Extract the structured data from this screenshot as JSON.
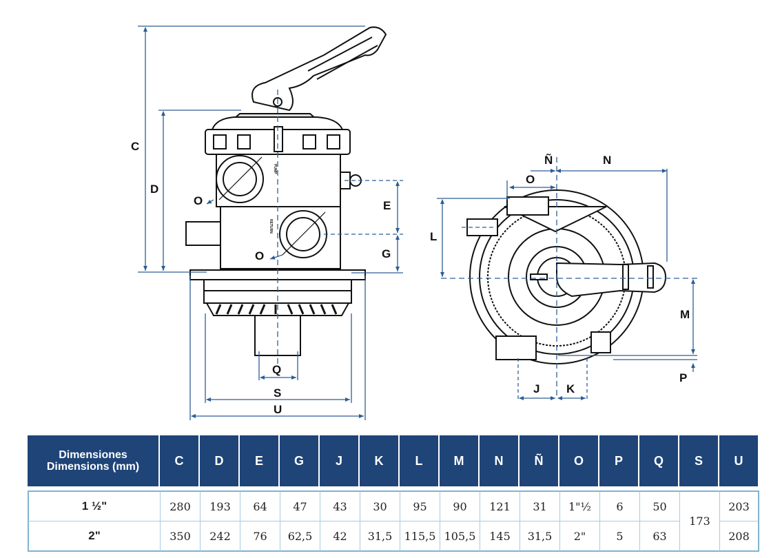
{
  "side_view": {
    "labels": {
      "C": "C",
      "D": "D",
      "E": "E",
      "G": "G",
      "O_top": "O",
      "O_bottom": "O",
      "Q": "Q",
      "S": "S",
      "U": "U"
    },
    "port_marks": {
      "pump": "PUMP",
      "return": "RETURN"
    }
  },
  "top_view": {
    "labels": {
      "N_tilde": "Ñ",
      "N": "N",
      "O": "O",
      "L": "L",
      "M": "M",
      "P": "P",
      "J": "J",
      "K": "K"
    }
  },
  "table": {
    "header_line1": "Dimensiones",
    "header_line2": "Dimensions (mm)",
    "columns": [
      "C",
      "D",
      "E",
      "G",
      "J",
      "K",
      "L",
      "M",
      "N",
      "Ñ",
      "O",
      "P",
      "Q",
      "S",
      "U"
    ],
    "rows": [
      {
        "label": "1 ½\"",
        "values": [
          "280",
          "193",
          "64",
          "47",
          "43",
          "30",
          "95",
          "90",
          "121",
          "31",
          "1\"½",
          "6",
          "50"
        ],
        "U": "203"
      },
      {
        "label": "2\"",
        "values": [
          "350",
          "242",
          "76",
          "62,5",
          "42",
          "31,5",
          "115,5",
          "105,5",
          "145",
          "31,5",
          "2\"",
          "5",
          "63"
        ],
        "U": "208"
      }
    ],
    "shared_S": "173"
  }
}
